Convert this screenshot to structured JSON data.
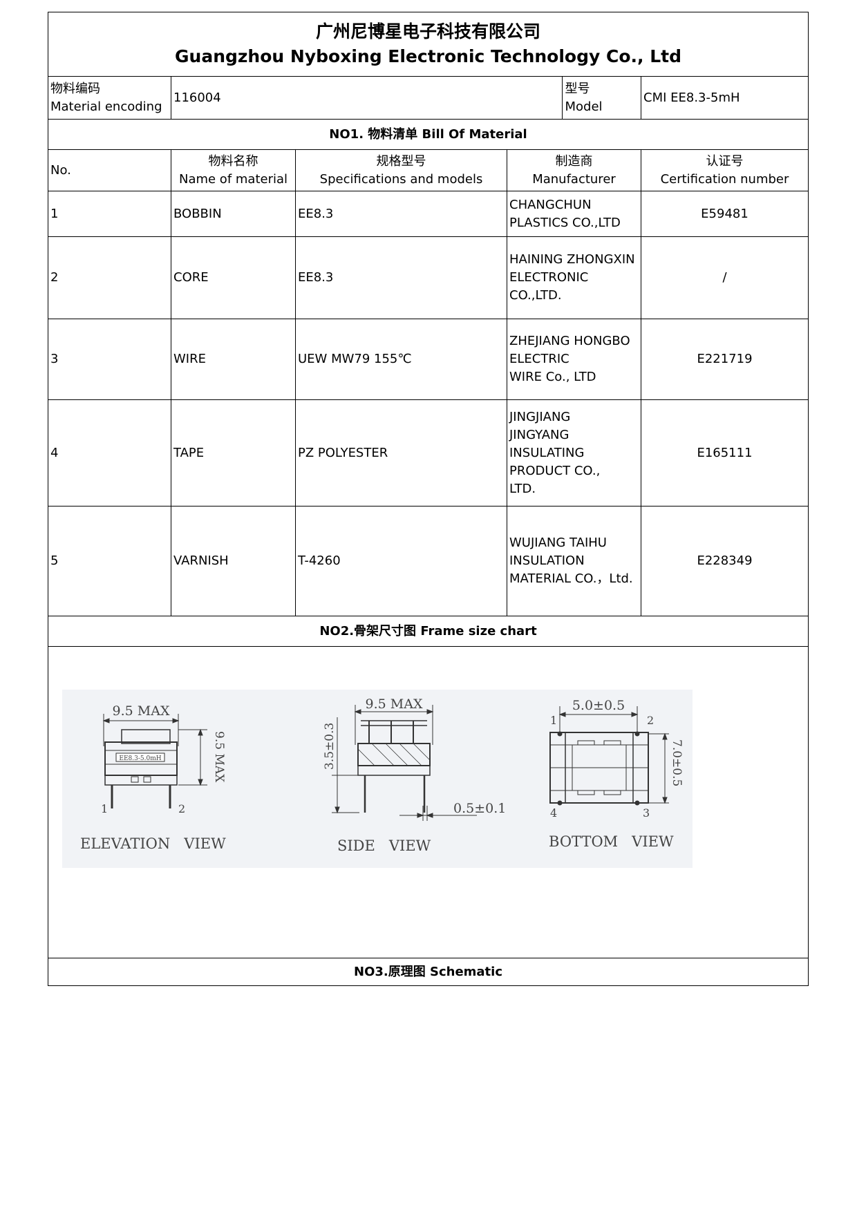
{
  "header": {
    "company_cn": "广州尼博星电子科技有限公司",
    "company_en": "Guangzhou Nyboxing Electronic Technology Co., Ltd"
  },
  "info": {
    "material_encoding_cn": "物料编码",
    "material_encoding_en": "Material encoding",
    "material_encoding_value": "116004",
    "model_cn": "型号",
    "model_en": "Model",
    "model_value": "CMI EE8.3-5mH"
  },
  "bom": {
    "section_title": "NO1. 物料清单 Bill Of Material",
    "columns": {
      "no": "No.",
      "name_cn": "物料名称",
      "name_en": "Name of material",
      "spec_cn": "规格型号",
      "spec_en": "Specifications and models",
      "mfr_cn": "制造商",
      "mfr_en": "Manufacturer",
      "cert_cn": "认证号",
      "cert_en": "Certification number"
    },
    "rows": [
      {
        "no": "1",
        "name": "BOBBIN",
        "spec": "EE8.3",
        "mfr": [
          "CHANGCHUN",
          "PLASTICS CO.,LTD"
        ],
        "cert": "E59481"
      },
      {
        "no": "2",
        "name": "CORE",
        "spec": "EE8.3",
        "mfr": [
          "HAINING ZHONGXIN",
          "ELECTRONIC",
          "CO.,LTD."
        ],
        "cert": "/"
      },
      {
        "no": "3",
        "name": "WIRE",
        "spec": "UEW MW79 155℃",
        "mfr": [
          "ZHEJIANG HONGBO",
          "ELECTRIC",
          "WIRE Co., LTD"
        ],
        "cert": "E221719"
      },
      {
        "no": "4",
        "name": "TAPE",
        "spec": "PZ POLYESTER",
        "mfr": [
          "JINGJIANG",
          "JINGYANG",
          "INSULATING",
          "PRODUCT CO.,",
          "LTD."
        ],
        "cert": "E165111"
      },
      {
        "no": "5",
        "name": "VARNISH",
        "spec": "T-4260",
        "mfr": [
          "WUJIANG TAIHU",
          "INSULATION",
          "MATERIAL CO.，Ltd."
        ],
        "cert": "E228349"
      }
    ]
  },
  "frame": {
    "section_title": "NO2.骨架尺寸图 Frame size chart",
    "elevation": {
      "dim_width": "9.5 MAX",
      "dim_height": "9.5 MAX",
      "marking": "EE8.3-5.0mH",
      "pin1": "1",
      "pin2": "2",
      "caption": "ELEVATION   VIEW"
    },
    "side": {
      "dim_width": "9.5 MAX",
      "dim_height": "3.5±0.3",
      "dim_pin": "0.5±0.1",
      "caption": "SIDE   VIEW"
    },
    "bottom": {
      "dim_width": "5.0±0.5",
      "dim_height": "7.0±0.5",
      "pin1": "1",
      "pin2": "2",
      "pin3": "3",
      "pin4": "4",
      "caption": "BOTTOM   VIEW"
    }
  },
  "schematic": {
    "section_title": "NO3.原理图 Schematic"
  }
}
